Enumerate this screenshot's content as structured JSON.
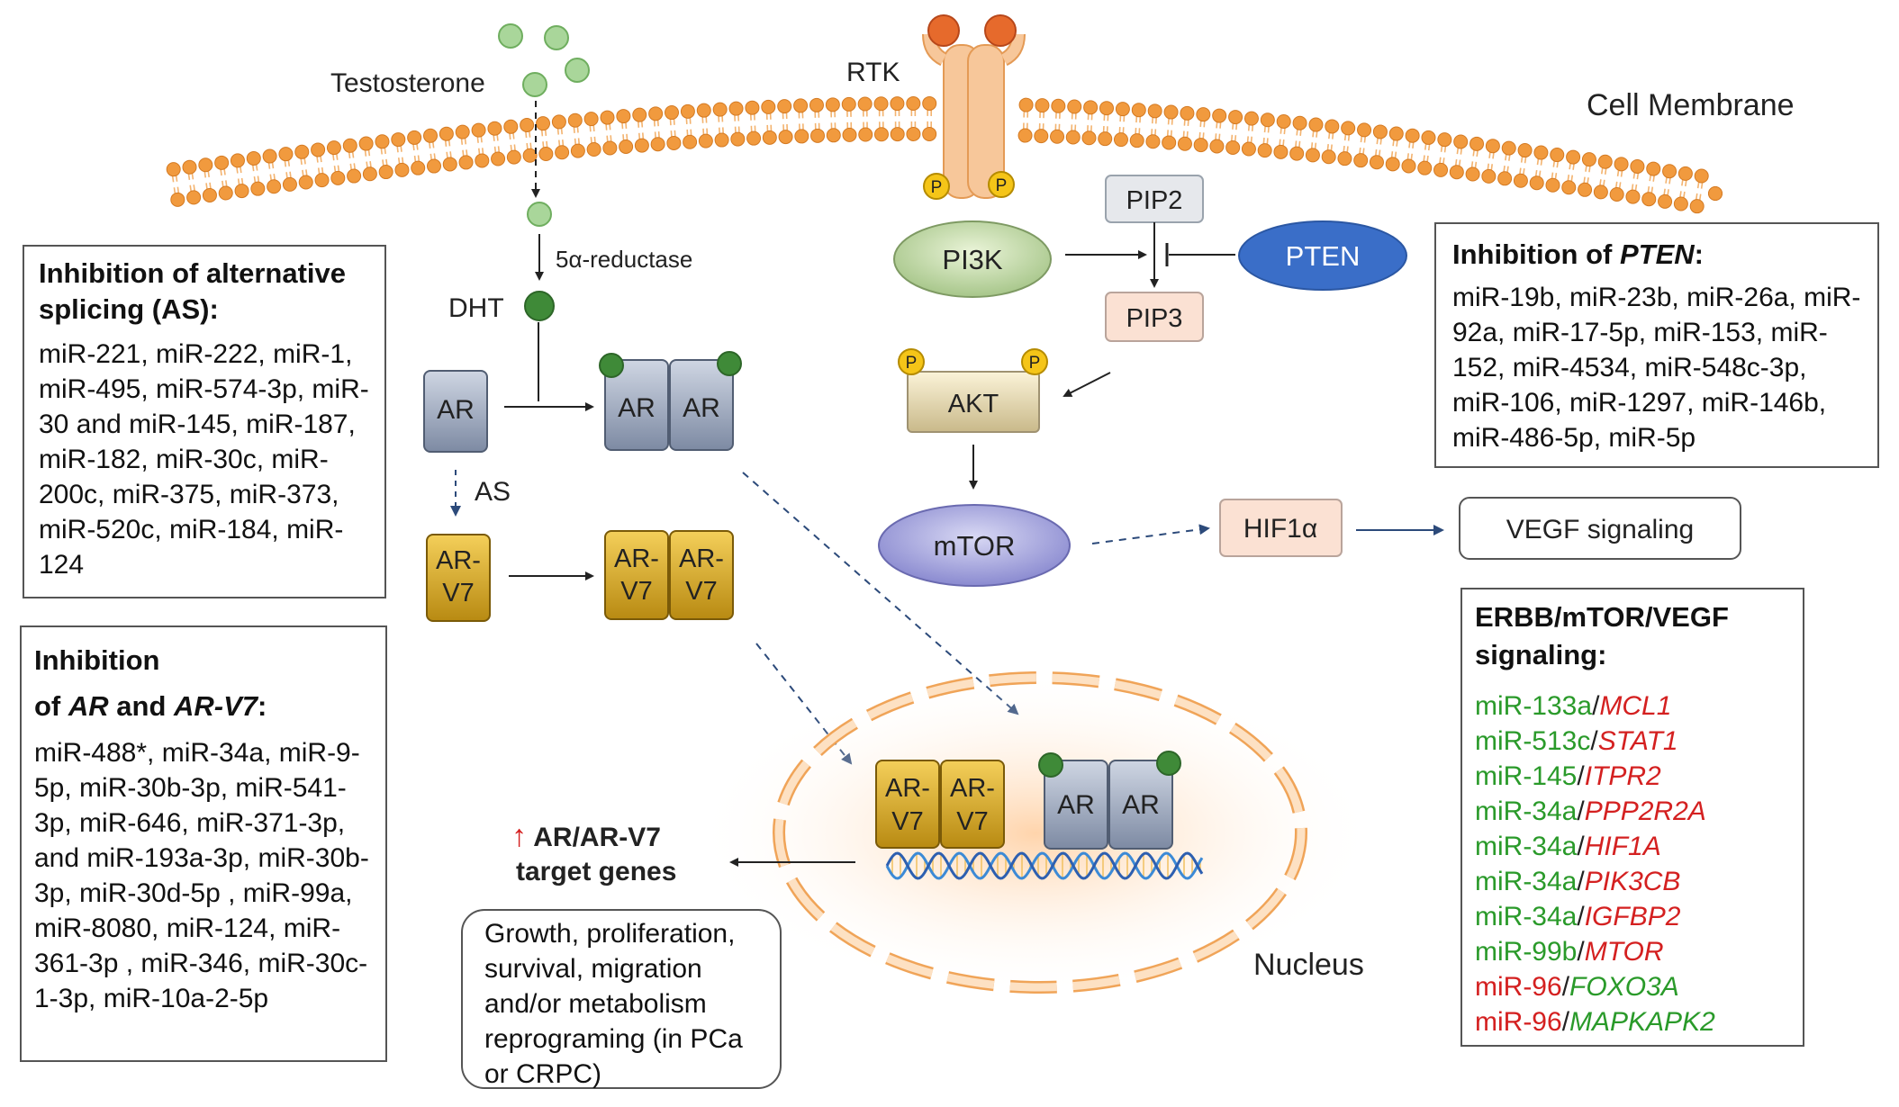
{
  "labels": {
    "testosterone": "Testosterone",
    "rtk": "RTK",
    "cell_membrane": "Cell Membrane",
    "five_alpha_reductase": "5α-reductase",
    "dht": "DHT",
    "as": "AS",
    "nucleus": "Nucleus",
    "p": "P"
  },
  "nodes": {
    "pi3k": "PI3K",
    "pip2": "PIP2",
    "pip3": "PIP3",
    "pten": "PTEN",
    "akt": "AKT",
    "mtor": "mTOR",
    "hif1a": "HIF1α",
    "vegf": "VEGF signaling",
    "ar": "AR",
    "arv7_line1": "AR-",
    "arv7_line2": "V7"
  },
  "target_genes": {
    "arrow": "↑",
    "line1": "AR/AR-V7",
    "line2": "target genes"
  },
  "outcome_box": "Growth, proliferation, survival, migration and/or metabolism reprograming (in PCa or CRPC)",
  "box_as": {
    "title": "Inhibition of alternative splicing (AS):",
    "body": "miR-221, miR-222, miR-1, miR-495, miR-574-3p, miR-30 and miR-145, miR-187, miR-182, miR-30c, miR-200c, miR-375, miR-373, miR-520c, miR-184, miR-124"
  },
  "box_ar": {
    "title_line1": "Inhibition",
    "title_of": "of ",
    "title_ar": "AR",
    "title_and": " and ",
    "title_arv7": "AR-V7",
    "title_colon": ":",
    "body": "miR-488*, miR-34a, miR-9-5p, miR-30b-3p, miR-541-3p, miR-646, miR-371-3p, and miR-193a-3p, miR-30b-3p, miR-30d-5p , miR-99a, miR-8080, miR-124, miR-361-3p , miR-346, miR-30c-1-3p, miR-10a-2-5p"
  },
  "box_pten": {
    "title_prefix": "Inhibition of ",
    "title_gene": "PTEN",
    "title_suffix": ":",
    "body": "miR-19b, miR-23b, miR-26a, miR-92a, miR-17-5p, miR-153, miR-152, miR-4534, miR-548c-3p, miR-106, miR-1297, miR-146b, miR-486-5p, miR-5p"
  },
  "box_erbb": {
    "title": "ERBB/mTOR/VEGF signaling:",
    "pairs": [
      {
        "mir": "miR-133a",
        "gene": "MCL1"
      },
      {
        "mir": "miR-513c",
        "gene": "STAT1"
      },
      {
        "mir": "miR-145",
        "gene": "ITPR2"
      },
      {
        "mir": "miR-34a",
        "gene": "PPP2R2A"
      },
      {
        "mir": "miR-34a",
        "gene": "HIF1A"
      },
      {
        "mir": "miR-34a",
        "gene": "PIK3CB"
      },
      {
        "mir": "miR-34a",
        "gene": "IGFBP2"
      },
      {
        "mir": "miR-99b",
        "gene": "MTOR"
      },
      {
        "mir": "miR-96",
        "gene": "FOXO3A"
      },
      {
        "mir": "miR-96",
        "gene": "MAPKAPK2"
      }
    ],
    "colors": [
      "gr",
      "gr",
      "gr",
      "gr",
      "gr",
      "gr",
      "gr",
      "gr",
      "rg",
      "rg"
    ]
  },
  "colors": {
    "mir_green": "#2a9a2a",
    "gene_red": "#d42020",
    "membrane_orange": "#f0a050",
    "pten_blue": "#3a6ec8",
    "arv7_gold": "#d4a21e"
  }
}
